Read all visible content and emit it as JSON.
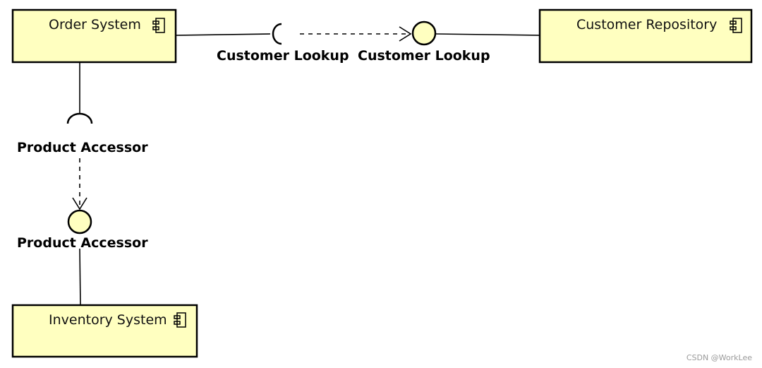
{
  "components": {
    "order_system": "Order System",
    "customer_repository": "Customer Repository",
    "inventory_system": "Inventory System"
  },
  "interfaces": {
    "customer_lookup_required": "Customer Lookup",
    "customer_lookup_provided": "Customer Lookup",
    "product_accessor_required": "Product Accessor",
    "product_accessor_provided": "Product Accessor"
  },
  "watermark": "CSDN @WorkLee",
  "colors": {
    "component_fill": "#ffffc0",
    "stroke": "#000000"
  },
  "icons": {
    "component_icon": "uml-component-icon"
  }
}
